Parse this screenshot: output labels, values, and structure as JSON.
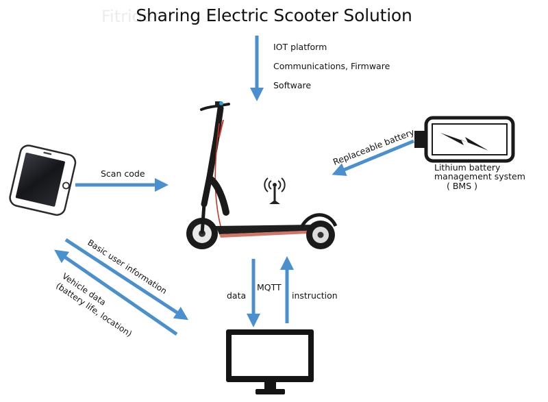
{
  "title": "Sharing Electric Scooter Solution",
  "ghost_text": "Fitrider",
  "iot": {
    "lines": [
      "IOT platform",
      "Communications, Firmware",
      "Software"
    ]
  },
  "phone_link": {
    "label": "Scan code"
  },
  "battery": {
    "arrow_label": "Replaceable battery",
    "name_lines": [
      "Lithium battery",
      "management system",
      "( BMS )"
    ]
  },
  "user_link": {
    "up_label": "Basic user information",
    "down_label_lines": [
      "Vehicle data",
      "(battery life, location)"
    ]
  },
  "server_link": {
    "data_label": "data",
    "protocol_label": "MQTT",
    "instruction_label": "instruction"
  },
  "colors": {
    "arrow": "#4a90cf",
    "scooter": "#1a1a1a",
    "accent_red": "#c0392b",
    "phone_screen": "#1d1f24"
  },
  "icons": [
    "smartphone-icon",
    "scooter-icon",
    "antenna-icon",
    "battery-icon",
    "lightning-icon",
    "monitor-icon"
  ]
}
